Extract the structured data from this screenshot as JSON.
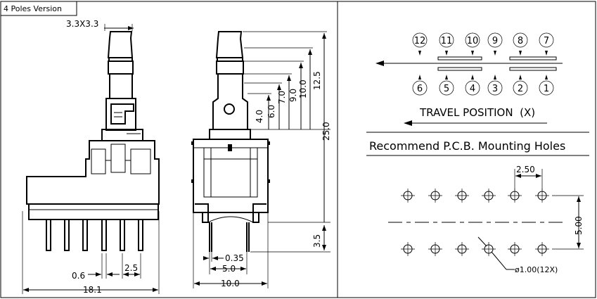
{
  "header": {
    "version_label": "4 Poles Version"
  },
  "front_view": {
    "top_dim": "3.3X3.3",
    "pitch_small": "0.6",
    "pitch": "2.5",
    "width": "18.1"
  },
  "side_view": {
    "heights": [
      "4.0",
      "6.0",
      "7.0",
      "9.0",
      "10.0",
      "12.5",
      "25.0"
    ],
    "pin_len": "3.5",
    "pin_w": "0.35",
    "pin_span": "5.0",
    "body_w": "10.0"
  },
  "travel": {
    "top_numbers": [
      "12",
      "11",
      "10",
      "9",
      "8",
      "7"
    ],
    "bottom_numbers": [
      "6",
      "5",
      "4",
      "3",
      "2",
      "1"
    ],
    "caption": "TRAVEL POSITION  (X)"
  },
  "pcb": {
    "title": "Recommend P.C.B. Mounting Holes",
    "pitch_x": "2.50",
    "pitch_y": "5.00",
    "hole": "ø1.00(12X)"
  }
}
